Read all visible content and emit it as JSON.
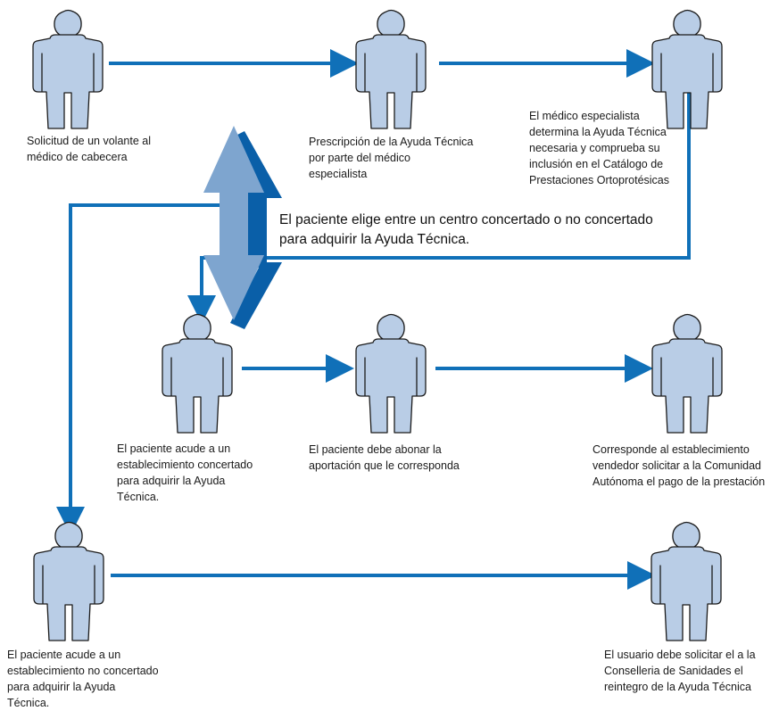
{
  "colors": {
    "figure_fill": "#b9cde6",
    "figure_stroke": "#1b1b1b",
    "connector": "#1070b8",
    "big_arrow_light": "#7ea5cf",
    "big_arrow_dark": "#0a5fa8"
  },
  "icons": [
    "person-icon",
    "arrow-icon",
    "double-arrow-icon"
  ],
  "nodes": [
    {
      "id": "n1",
      "lines": [
        "Solicitud de un volante al",
        "médico de cabecera"
      ]
    },
    {
      "id": "n2",
      "lines": [
        "Prescripción de la Ayuda Técnica",
        "por parte del médico",
        "especialista"
      ]
    },
    {
      "id": "n3",
      "lines": [
        "El médico especialista",
        "determina la Ayuda Técnica",
        "necesaria y comprueba su",
        "inclusión en el Catálogo de",
        "Prestaciones Ortoprotésicas"
      ]
    },
    {
      "id": "n4",
      "lines": [
        "El paciente  acude a un",
        "establecimiento concertado",
        "para adquirir la Ayuda",
        "Técnica."
      ]
    },
    {
      "id": "n5",
      "lines": [
        "El paciente debe abonar la",
        "aportación que le corresponda"
      ]
    },
    {
      "id": "n6",
      "lines": [
        "Corresponde al establecimiento",
        "vendedor solicitar a la Comunidad",
        "Autónoma el pago de la prestación"
      ]
    },
    {
      "id": "n7",
      "lines": [
        "El paciente  acude a un",
        "establecimiento no concertado",
        "para adquirir la Ayuda",
        "Técnica."
      ]
    },
    {
      "id": "n8",
      "lines": [
        "El usuario debe solicitar el a la",
        "Conselleria de Sanidades el",
        "reintegro de la Ayuda Técnica"
      ]
    }
  ],
  "center_text": {
    "line1": "El paciente elige entre un centro concertado o no concertado",
    "line2": "para adquirir la Ayuda Técnica."
  }
}
